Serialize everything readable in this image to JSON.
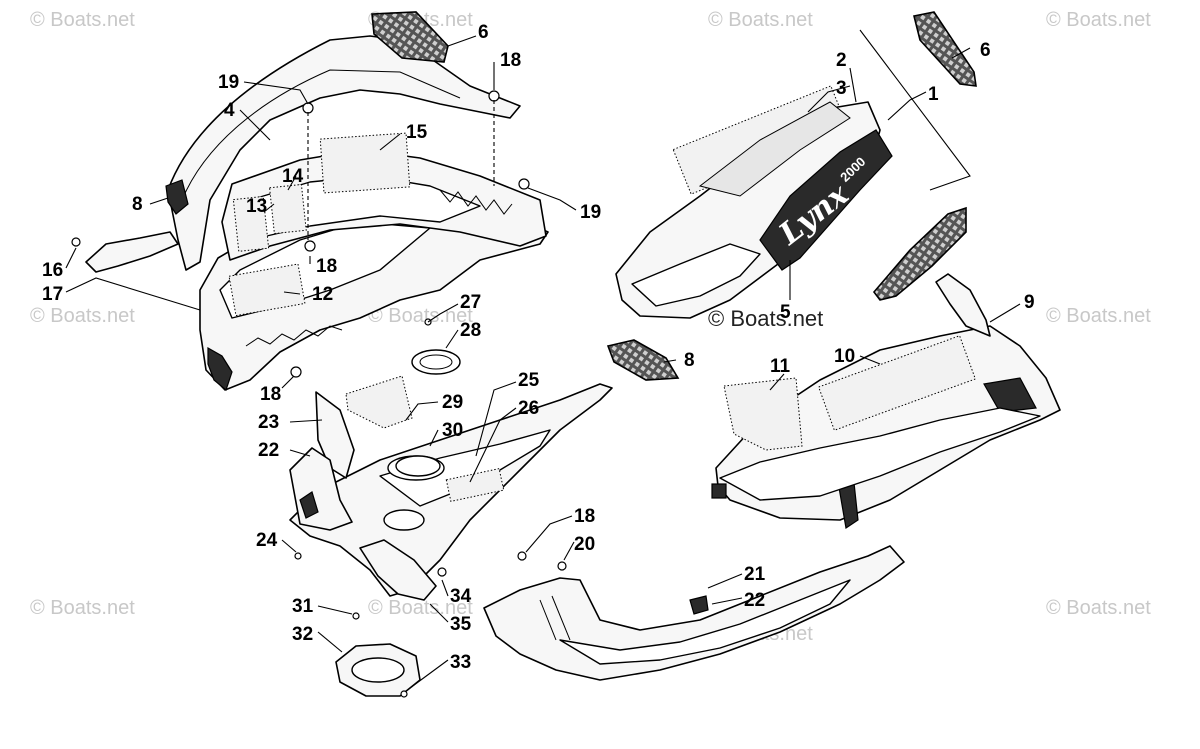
{
  "watermark": {
    "text": "© Boats.net",
    "count": 12
  },
  "callouts": {
    "c1": "1",
    "c2": "2",
    "c3": "3",
    "c4": "4",
    "c5": "5",
    "c6a": "6",
    "c6b": "6",
    "c8a": "8",
    "c8b": "8",
    "c9": "9",
    "c10": "10",
    "c11": "11",
    "c12": "12",
    "c13": "13",
    "c14": "14",
    "c15": "15",
    "c16": "16",
    "c17": "17",
    "c18a": "18",
    "c18b": "18",
    "c18c": "18",
    "c18d": "18",
    "c19a": "19",
    "c19b": "19",
    "c20": "20",
    "c21": "21",
    "c22a": "22",
    "c22b": "22",
    "c23": "23",
    "c24": "24",
    "c25": "25",
    "c26": "26",
    "c27": "27",
    "c28": "28",
    "c29": "29",
    "c30": "30",
    "c31": "31",
    "c32": "32",
    "c33": "33",
    "c34": "34",
    "c35": "35"
  },
  "decal_text": {
    "brand": "Lynx",
    "year": "2000"
  }
}
